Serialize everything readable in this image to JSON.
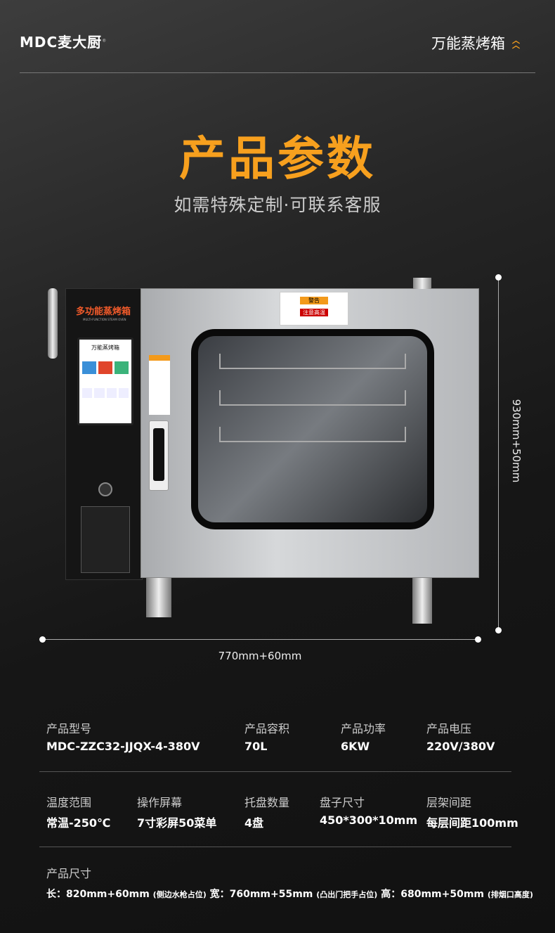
{
  "header": {
    "logo": "MDC麦大厨",
    "category": "万能蒸烤箱",
    "chevron_icon": "double-chevron-up-icon",
    "accent": "#f7a01e"
  },
  "hero": {
    "title": "产品参数",
    "subtitle": "如需特殊定制·可联系客服"
  },
  "product_image": {
    "panel_title": "多功能蒸烤箱",
    "panel_subtitle": "MULTI-FUNCTION STEAM OVEN",
    "screen_title": "万能蒸烤箱",
    "warning_label": "警告",
    "warning_text": "注意高温"
  },
  "dimensions": {
    "width": "770mm+60mm",
    "height": "930mm+50mm"
  },
  "specs": {
    "row1": [
      {
        "label": "产品型号",
        "value": "MDC-ZZC32-JJQX-4-380V"
      },
      {
        "label": "产品容积",
        "value": "70L"
      },
      {
        "label": "产品功率",
        "value": "6KW"
      },
      {
        "label": "产品电压",
        "value": "220V/380V"
      }
    ],
    "row2": [
      {
        "label": "温度范围",
        "value": "常温-250℃"
      },
      {
        "label": "操作屏幕",
        "value": "7寸彩屏50菜单"
      },
      {
        "label": "托盘数量",
        "value": "4盘"
      },
      {
        "label": "盘子尺寸",
        "value": "450*300*10mm"
      },
      {
        "label": "层架间距",
        "value": "每层间距100mm"
      }
    ],
    "size": {
      "label": "产品尺寸",
      "length_key": "长：",
      "length": "820mm+60mm",
      "length_note": "(侧边水枪占位)",
      "width_key": "宽：",
      "width": "760mm+55mm",
      "width_note": "(凸出门把手占位)",
      "height_key": "高：",
      "height": "680mm+50mm",
      "height_note": "(排烟口高度)"
    }
  }
}
